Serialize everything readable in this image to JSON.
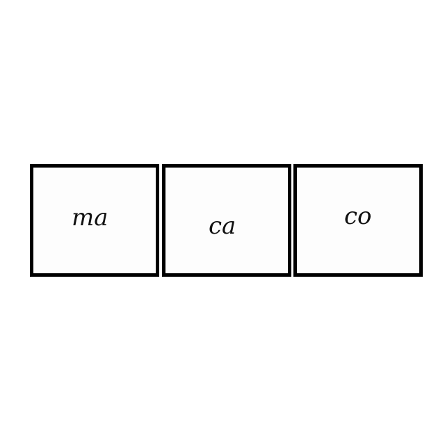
{
  "cards": [
    {
      "text": "ma"
    },
    {
      "text": "ca"
    },
    {
      "text": "co"
    }
  ],
  "colors": {
    "border": "#000000",
    "text": "#111111",
    "background": "#ffffff"
  }
}
